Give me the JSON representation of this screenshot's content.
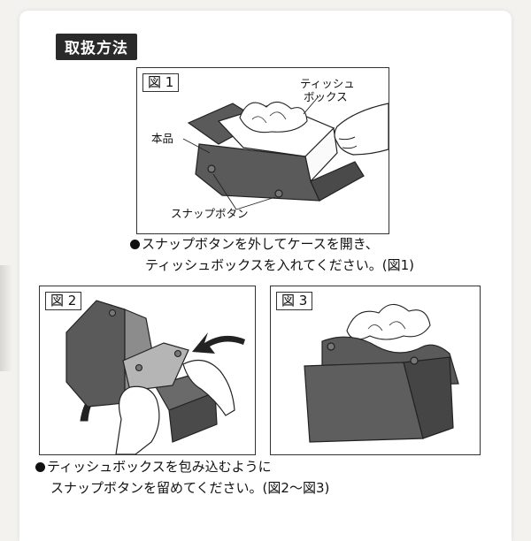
{
  "section": {
    "title": "取扱方法"
  },
  "figures": [
    {
      "label": "図 1",
      "callouts": {
        "tissue_box": [
          "ティッシュ",
          "ボックス"
        ],
        "product": "本品",
        "snap": "スナップボタン"
      }
    },
    {
      "label": "図 2"
    },
    {
      "label": "図 3"
    }
  ],
  "instructions": [
    {
      "lines": [
        "スナップボタンを外してケースを開き、",
        "ティッシュボックスを入れてください。(図1)"
      ]
    },
    {
      "lines": [
        "ティッシュボックスを包み込むように",
        "スナップボタンを留めてください。(図2～図3)"
      ]
    }
  ],
  "colors": {
    "fabric": "#5a5a5a",
    "fabric_dark": "#3e3e3e",
    "ink": "#222222"
  },
  "icons": [
    "arrow-left-icon",
    "arrow-curved-up-icon",
    "snap-button-icon",
    "hand-icon",
    "tissue-icon"
  ]
}
